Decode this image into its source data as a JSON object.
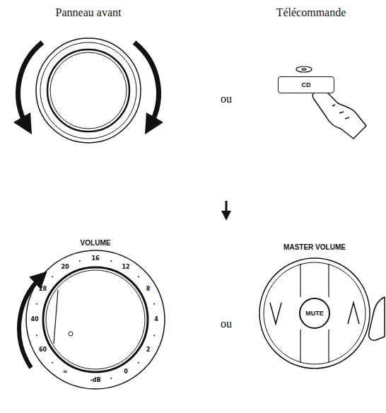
{
  "diagram": {
    "nodes": [
      {
        "text": [
          "CD"
        ]
      },
      {
        "text": [
          "MUTE"
        ]
      }
    ],
    "edges": [],
    "labels": [
      "Panneau avant",
      "Télécommande",
      "ou",
      "ou",
      "VOLUME",
      "∞",
      "60",
      "40",
      "28",
      "20",
      "16",
      "12",
      "8",
      "4",
      "2",
      "0",
      "-dB",
      "MASTER VOLUME"
    ]
  }
}
